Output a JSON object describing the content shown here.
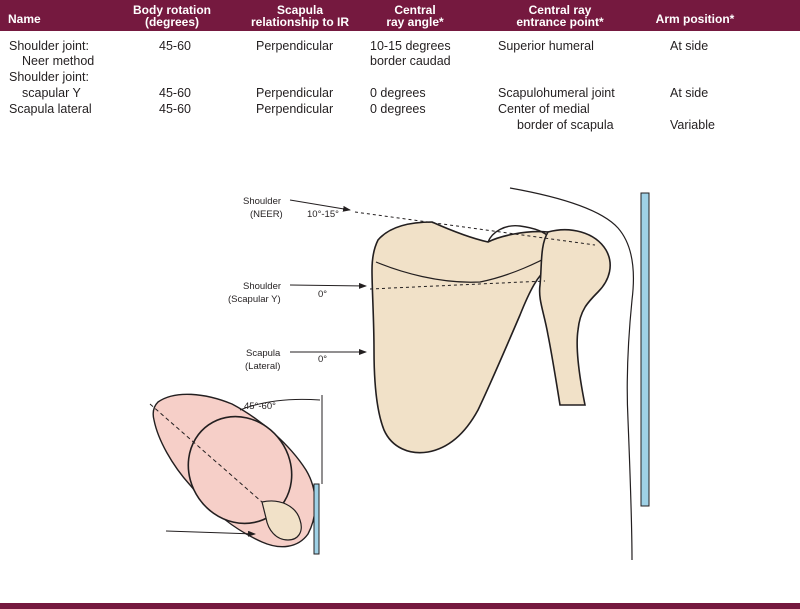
{
  "table": {
    "headers": {
      "name": "Name",
      "body_rotation": "Body rotation\n(degrees)",
      "scapula_relationship": "Scapula\nrelationship to IR",
      "central_ray_angle": "Central\nray angle*",
      "central_ray_entrance": "Central ray\nentrance point*",
      "arm_position": "Arm position*"
    },
    "rows": [
      {
        "name_line1": "Shoulder joint:",
        "name_line2": "Neer method",
        "rotation": "45-60",
        "relationship": "Perpendicular",
        "angle_line1": "10-15 degrees",
        "angle_line2": "border caudad",
        "entrance_line1": "Superior humeral",
        "entrance_line2": "",
        "arm": "At side"
      },
      {
        "name_line1": "Shoulder joint:",
        "name_line2": "scapular Y",
        "rotation": "45-60",
        "relationship": "Perpendicular",
        "angle_line1": "0 degrees",
        "angle_line2": "",
        "entrance_line1": "Scapulohumeral joint",
        "entrance_line2": "",
        "arm": "At side"
      },
      {
        "name_line1": "Scapula lateral",
        "name_line2": "",
        "rotation": "45-60",
        "relationship": "Perpendicular",
        "angle_line1": "0 degrees",
        "angle_line2": "",
        "entrance_line1": "Center of medial",
        "entrance_line2": "border of scapula",
        "arm": "Variable"
      }
    ]
  },
  "figure": {
    "shoulder_neer": {
      "line1": "Shoulder",
      "line2": "(NEER)",
      "angle": "10°-15°"
    },
    "shoulder_scapular_y": {
      "line1": "Shoulder",
      "line2": "(Scapular Y)",
      "angle": "0°"
    },
    "scapula_lateral": {
      "line1": "Scapula",
      "line2": "(Lateral)",
      "angle": "0°"
    },
    "rotation_angle": "45°-60°"
  },
  "colors": {
    "header_bg": "#75193f",
    "bone_fill": "#f1e1c8",
    "body_fill": "#f6cfc8",
    "ir_plate": "#9fd1e6"
  }
}
